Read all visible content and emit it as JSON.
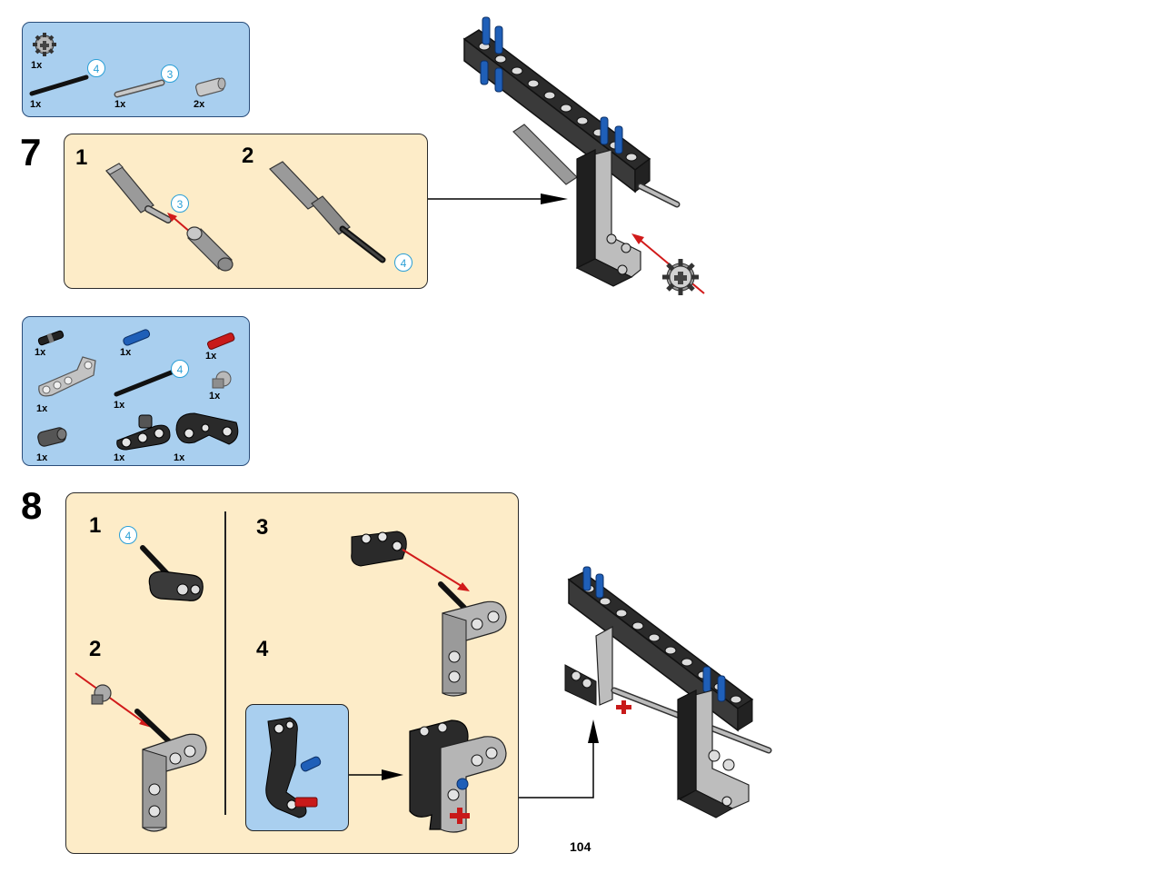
{
  "page_number": "104",
  "colors": {
    "parts_bg": "#a9cfef",
    "step_bg": "#fdecc8",
    "length_badge": "#2a9fd6",
    "arrow_red": "#d11a1a"
  },
  "step7": {
    "number": "7",
    "parts": [
      {
        "name": "gear-8-tooth",
        "qty": "1x"
      },
      {
        "name": "axle-black-4",
        "qty": "1x",
        "length": "4"
      },
      {
        "name": "axle-grey-3",
        "qty": "1x",
        "length": "3"
      },
      {
        "name": "connector-grey",
        "qty": "2x"
      }
    ],
    "substeps": [
      {
        "number": "1",
        "length": "3"
      },
      {
        "number": "2",
        "length": "4"
      }
    ]
  },
  "step8": {
    "number": "8",
    "parts": [
      {
        "name": "pin-black-axle",
        "qty": "1x"
      },
      {
        "name": "pin-blue",
        "qty": "1x"
      },
      {
        "name": "pin-red",
        "qty": "1x"
      },
      {
        "name": "liftarm-l-grey",
        "qty": "1x"
      },
      {
        "name": "axle-black-4",
        "qty": "1x",
        "length": "4"
      },
      {
        "name": "bush-grey",
        "qty": "1x"
      },
      {
        "name": "connector-dark",
        "qty": "1x"
      },
      {
        "name": "liftarm-thick-black",
        "qty": "1x"
      },
      {
        "name": "liftarm-bent-black",
        "qty": "1x"
      }
    ],
    "substeps": [
      {
        "number": "1",
        "length": "4"
      },
      {
        "number": "2"
      },
      {
        "number": "3"
      },
      {
        "number": "4"
      }
    ]
  }
}
